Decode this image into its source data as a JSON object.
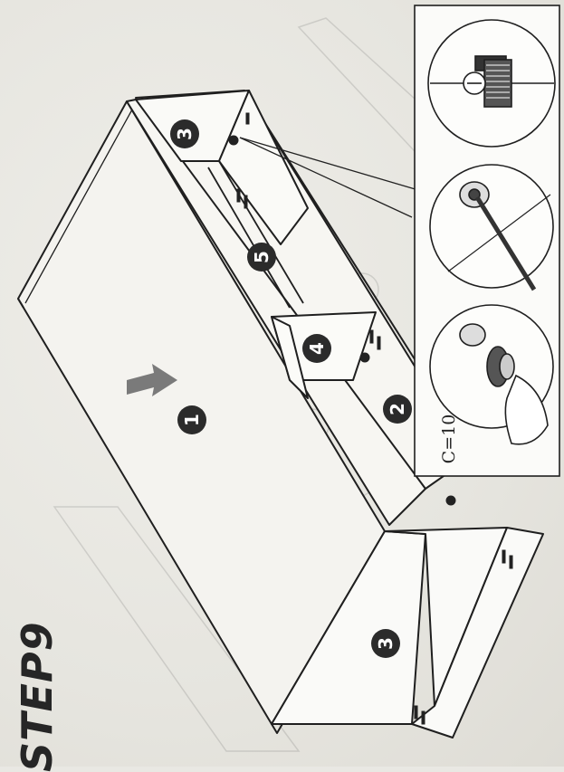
{
  "step": {
    "label": "STEP9"
  },
  "callouts": [
    "1",
    "2",
    "3",
    "3",
    "4",
    "5"
  ],
  "inset": {
    "label": "C=10"
  }
}
